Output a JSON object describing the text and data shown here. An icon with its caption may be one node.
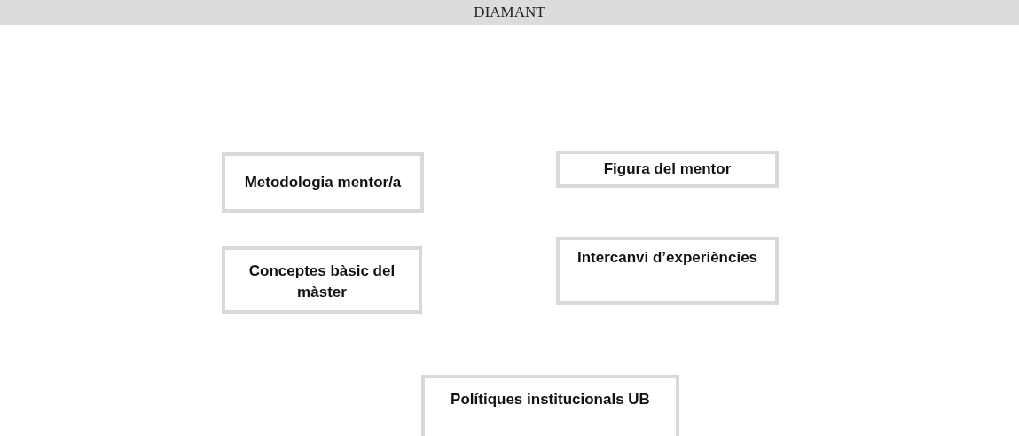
{
  "diagram": {
    "title": "DIAMANT",
    "nodes": [
      {
        "text": [
          "Metodologia mentor/a"
        ]
      },
      {
        "text": [
          "Figura del mentor"
        ]
      },
      {
        "text": [
          "Conceptes bàsic del màster"
        ]
      },
      {
        "text": [
          "Intercanvi d’experiències"
        ]
      },
      {
        "text": [
          "Polítiques institucionals UB"
        ]
      }
    ]
  }
}
